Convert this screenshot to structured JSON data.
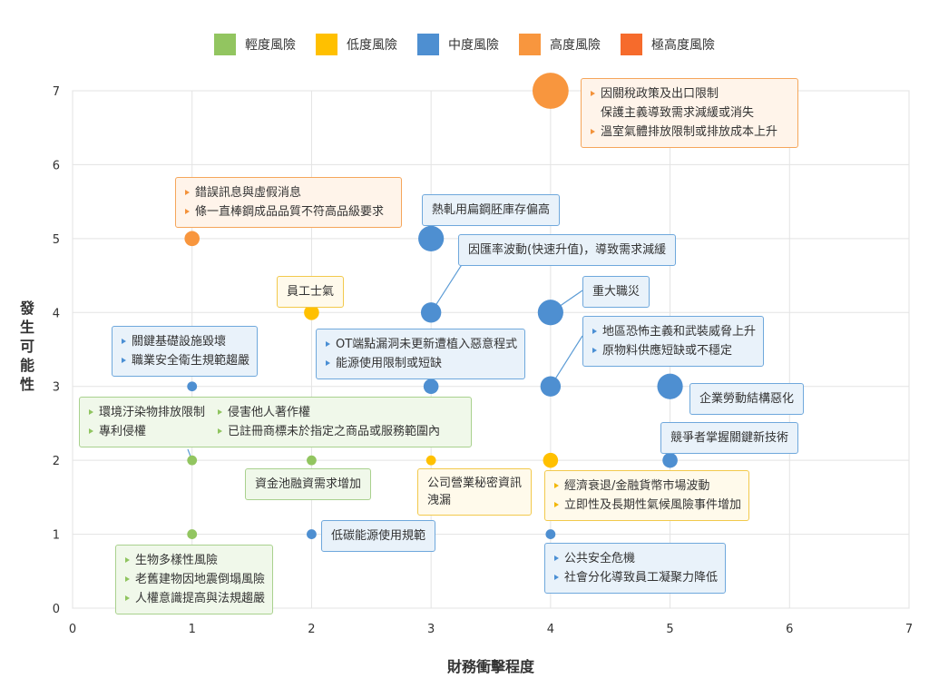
{
  "chart_data": {
    "type": "scatter",
    "xlabel": "財務衝擊程度",
    "ylabel": "發生可能性",
    "xlim": [
      0,
      7
    ],
    "ylim": [
      0,
      7
    ],
    "xticks": [
      "0",
      "1",
      "2",
      "3",
      "4",
      "5",
      "6",
      "7"
    ],
    "yticks": [
      "0",
      "1",
      "2",
      "3",
      "4",
      "5",
      "6",
      "7"
    ],
    "grid": true,
    "legend_position": "top-center",
    "series": [
      {
        "name": "輕度風險",
        "color": "#92c560"
      },
      {
        "name": "低度風險",
        "color": "#ffc000"
      },
      {
        "name": "中度風險",
        "color": "#4e8fd1"
      },
      {
        "name": "高度風險",
        "color": "#f8963e"
      },
      {
        "name": "極高度風險",
        "color": "#f66b2c"
      }
    ],
    "points": [
      {
        "x": 1,
        "y": 1,
        "level": "輕度風險",
        "size": 1
      },
      {
        "x": 1,
        "y": 2,
        "level": "輕度風險",
        "size": 1
      },
      {
        "x": 2,
        "y": 2,
        "level": "輕度風險",
        "size": 1
      },
      {
        "x": 1,
        "y": 3,
        "level": "中度風險",
        "size": 1
      },
      {
        "x": 2,
        "y": 1,
        "level": "中度風險",
        "size": 1
      },
      {
        "x": 3,
        "y": 3,
        "level": "中度風險",
        "size": 2
      },
      {
        "x": 3,
        "y": 4,
        "level": "中度風險",
        "size": 3
      },
      {
        "x": 3,
        "y": 5,
        "level": "中度風險",
        "size": 4
      },
      {
        "x": 4,
        "y": 1,
        "level": "中度風險",
        "size": 1
      },
      {
        "x": 4,
        "y": 3,
        "level": "中度風險",
        "size": 3
      },
      {
        "x": 4,
        "y": 4,
        "level": "中度風險",
        "size": 4
      },
      {
        "x": 5,
        "y": 2,
        "level": "中度風險",
        "size": 2
      },
      {
        "x": 5,
        "y": 3,
        "level": "中度風險",
        "size": 4
      },
      {
        "x": 2,
        "y": 4,
        "level": "低度風險",
        "size": 2
      },
      {
        "x": 3,
        "y": 2,
        "level": "低度風險",
        "size": 1
      },
      {
        "x": 4,
        "y": 2,
        "level": "低度風險",
        "size": 2
      },
      {
        "x": 1,
        "y": 5,
        "level": "高度風險",
        "size": 2
      },
      {
        "x": 4,
        "y": 7,
        "level": "高度風險",
        "size": 6
      }
    ],
    "annotations": {
      "a1": [
        "因關稅政策及出口限制\n保護主義導致需求減緩或消失",
        "溫室氣體排放限制或排放成本上升"
      ],
      "a2": [
        "錯誤訊息與虛假消息",
        "條一直棒鋼成品品質不符高品級要求"
      ],
      "a3": "熱軋用扁鋼胚庫存偏高",
      "a4": "因匯率波動(快速升值)，導致需求減緩",
      "a5": "員工士氣",
      "a6": "重大職災",
      "a7": [
        "關鍵基礎設施毀壞",
        "職業安全衛生規範趨嚴"
      ],
      "a8": [
        "OT端點漏洞未更新遭植入惡意程式",
        "能源使用限制或短缺"
      ],
      "a9": [
        "地區恐怖主義和武裝威脅上升",
        "原物料供應短缺或不穩定"
      ],
      "a10": "企業勞動結構惡化",
      "a11": {
        "col1": [
          "環境汙染物排放限制",
          "專利侵權"
        ],
        "col2": [
          "侵害他人著作權",
          "已註冊商標未於指定之商品或服務範圍內"
        ]
      },
      "a12": "競爭者掌握關鍵新技術",
      "a13": "資金池融資需求增加",
      "a14": "公司營業秘密資訊\n洩漏",
      "a15": [
        "經濟衰退/金融貨幣市場波動",
        "立即性及長期性氣候風險事件增加"
      ],
      "a16": "低碳能源使用規範",
      "a17": [
        "公共安全危機",
        "社會分化導致員工凝聚力降低"
      ],
      "a18": [
        "生物多樣性風險",
        "老舊建物因地震倒塌風險",
        "人權意識提高與法規趨嚴"
      ]
    }
  }
}
